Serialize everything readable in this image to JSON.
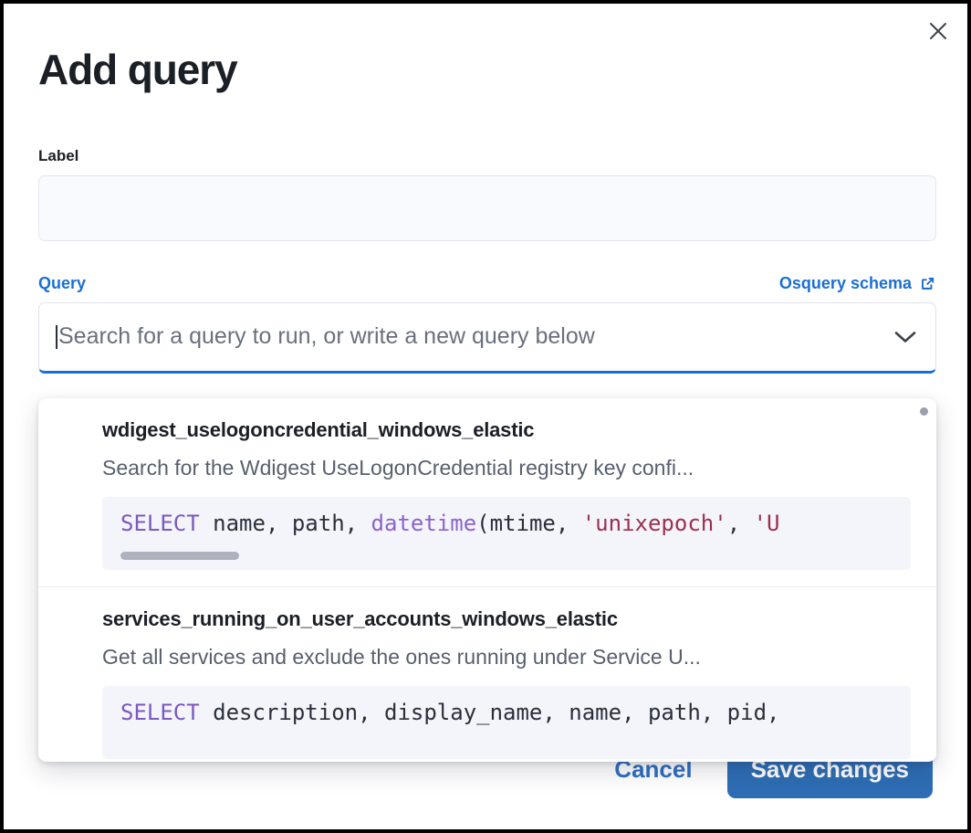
{
  "modal": {
    "title": "Add query",
    "close_icon": "close-icon"
  },
  "label_field": {
    "label": "Label",
    "value": "",
    "placeholder": ""
  },
  "query_section": {
    "label": "Query",
    "schema_link": "Osquery schema",
    "schema_link_icon": "external-link-icon"
  },
  "combobox": {
    "placeholder": "Search for a query to run, or write a new query below",
    "value": "",
    "chevron_icon": "chevron-down-icon"
  },
  "dropdown": {
    "options": [
      {
        "title": "wdigest_uselogoncredential_windows_elastic",
        "description": "Search for the Wdigest UseLogonCredential registry key confi...",
        "code_tokens": [
          {
            "text": "SELECT",
            "type": "keyword"
          },
          {
            "text": " name, path, ",
            "type": "plain"
          },
          {
            "text": "datetime",
            "type": "function"
          },
          {
            "text": "(mtime, ",
            "type": "plain"
          },
          {
            "text": "'unixepoch'",
            "type": "string"
          },
          {
            "text": ", ",
            "type": "plain"
          },
          {
            "text": "'U",
            "type": "string"
          }
        ]
      },
      {
        "title": "services_running_on_user_accounts_windows_elastic",
        "description": "Get all services and exclude the ones running under Service U...",
        "code_tokens": [
          {
            "text": "SELECT",
            "type": "keyword"
          },
          {
            "text": " description, display_name, name, path, pid,",
            "type": "plain"
          }
        ]
      }
    ]
  },
  "footer": {
    "cancel_label": "Cancel",
    "save_label": "Save changes"
  },
  "colors": {
    "accent_blue": "#1a6fd4",
    "save_button": "#2e6db4",
    "title_text": "#1b1f26",
    "muted_text": "#575f6d",
    "code_bg": "#f4f5fa",
    "input_bg": "#f9fafd"
  }
}
